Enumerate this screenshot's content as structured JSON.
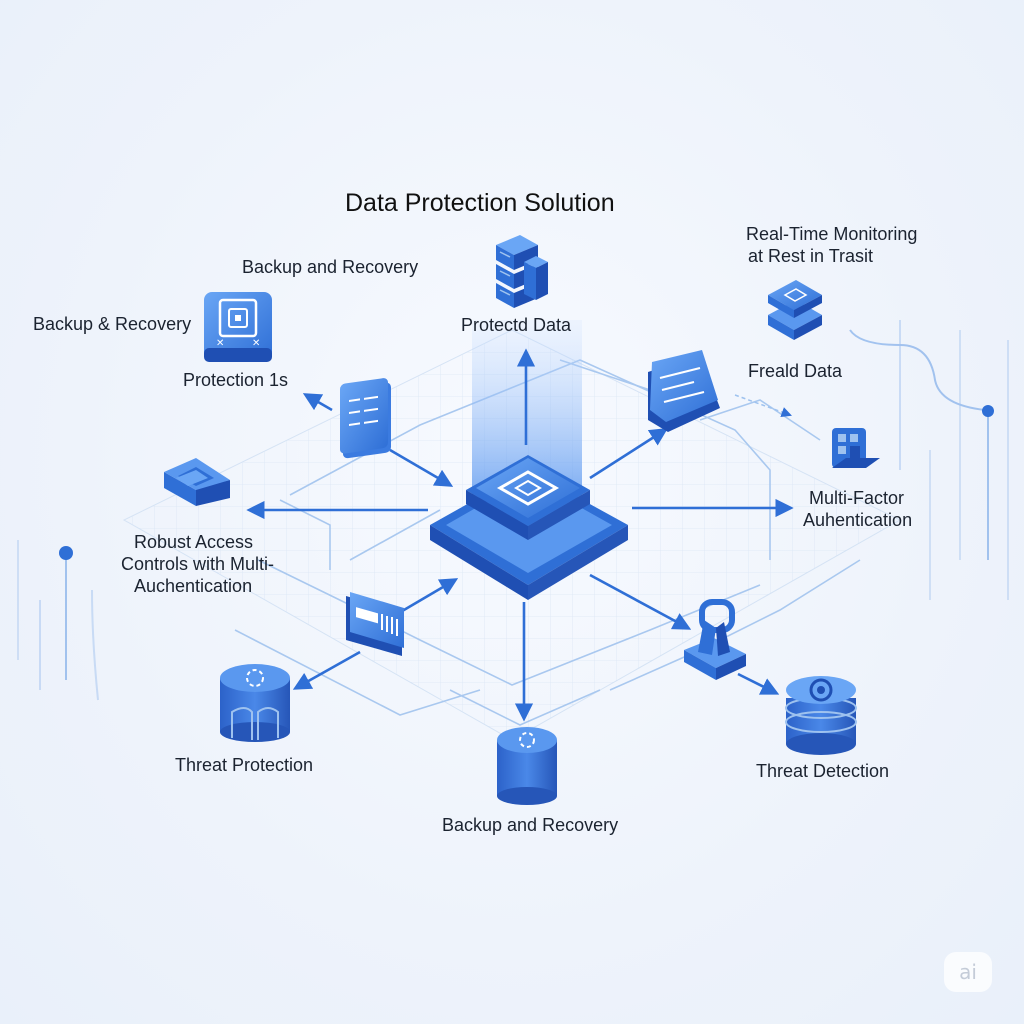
{
  "title": "Data Protection Solution",
  "labels": {
    "top_backup": "Backup and Recovery",
    "left_backup": "Backup & Recovery",
    "protection_ns": "Protection 1s",
    "protected_data": "Protectd Data",
    "realtime_line1": "Real-Time Monitoring",
    "realtime_line2": "at Rest in Trasit",
    "freald_data": "Freald Data",
    "mfa_line1": "Multi-Factor",
    "mfa_line2": "Auhentication",
    "robust_line1": "Robust Access",
    "robust_line2": "Controls with Multi-",
    "robust_line3": "Auchentication",
    "threat_protection": "Threat Protection",
    "bottom_backup": "Backup and Recovery",
    "threat_detection": "Threat Detection"
  },
  "watermark": "ai",
  "colors": {
    "primary": "#2f6fd6",
    "light": "#7fb0f2",
    "line": "#9ec2ef",
    "dark": "#1f4fb3"
  }
}
